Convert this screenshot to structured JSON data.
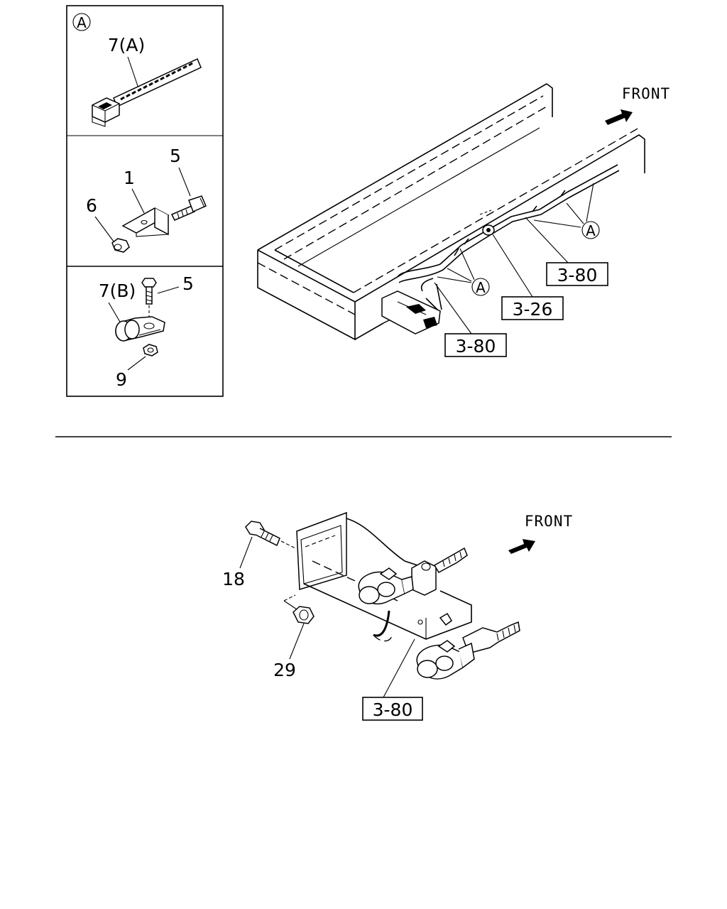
{
  "top_diagram": {
    "detail_a": {
      "circle_label": "A",
      "tie_label": "7(A)"
    },
    "detail_bracket": {
      "bracket_label": "1",
      "bolt_label": "5",
      "nut_label": "6"
    },
    "detail_clip": {
      "clip_label": "7(B)",
      "bolt_label": "5",
      "nut_label": "9"
    },
    "front_label": "FRONT",
    "callouts": {
      "ref_upper": "3-80",
      "ref_middle": "3-26",
      "ref_lower": "3-80",
      "circle_a_right": "A",
      "circle_a_left": "A"
    }
  },
  "bottom_diagram": {
    "front_label": "FRONT",
    "bolt_label": "18",
    "nut_label": "29",
    "ref_label": "3-80"
  }
}
